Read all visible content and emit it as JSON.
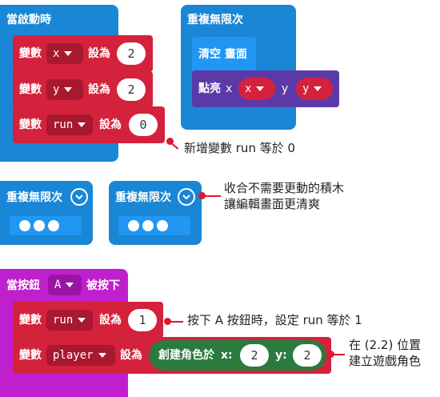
{
  "block_on_start": {
    "label": "當啟動時",
    "rows": [
      {
        "prefix": "變數",
        "var": "x",
        "set": "設為",
        "value": "2"
      },
      {
        "prefix": "變數",
        "var": "y",
        "set": "設為",
        "value": "2"
      },
      {
        "prefix": "變數",
        "var": "run",
        "set": "設為",
        "value": "0"
      }
    ]
  },
  "block_forever": {
    "label": "重複無限次",
    "clear_screen": "清空 畫面",
    "plot": {
      "label": "點亮",
      "x_label": "x",
      "x_var": "x",
      "y_label": "y",
      "y_var": "y"
    }
  },
  "collapsed_blocks": [
    {
      "label": "重複無限次"
    },
    {
      "label": "重複無限次"
    }
  ],
  "block_button": {
    "label_prefix": "當按鈕",
    "button": "A",
    "label_suffix": "被按下",
    "rows": [
      {
        "prefix": "變數",
        "var": "run",
        "set": "設為",
        "value": "1"
      },
      {
        "prefix": "變數",
        "var": "player",
        "set": "設為",
        "sprite": {
          "label": "創建角色於",
          "x_label": "x:",
          "x": "2",
          "y_label": "y:",
          "y": "2"
        }
      }
    ]
  },
  "annotations": {
    "add_run": "新增變數 run 等於 0",
    "collapse_line1": "收合不需要更動的積木",
    "collapse_line2": "讓編輯畫面更清爽",
    "press_a": "按下 A 按鈕時，設定 run 等於 1",
    "create_line1": "在 (2.2) 位置",
    "create_line2": "建立遊戲角色"
  },
  "colors": {
    "basic_blue": "#1a86d6",
    "variables_red": "#d4213c",
    "led_purple": "#5b3aa8",
    "input_magenta": "#c01fce",
    "game_green": "#2b7a3e",
    "annotation_red": "#e0182d"
  }
}
